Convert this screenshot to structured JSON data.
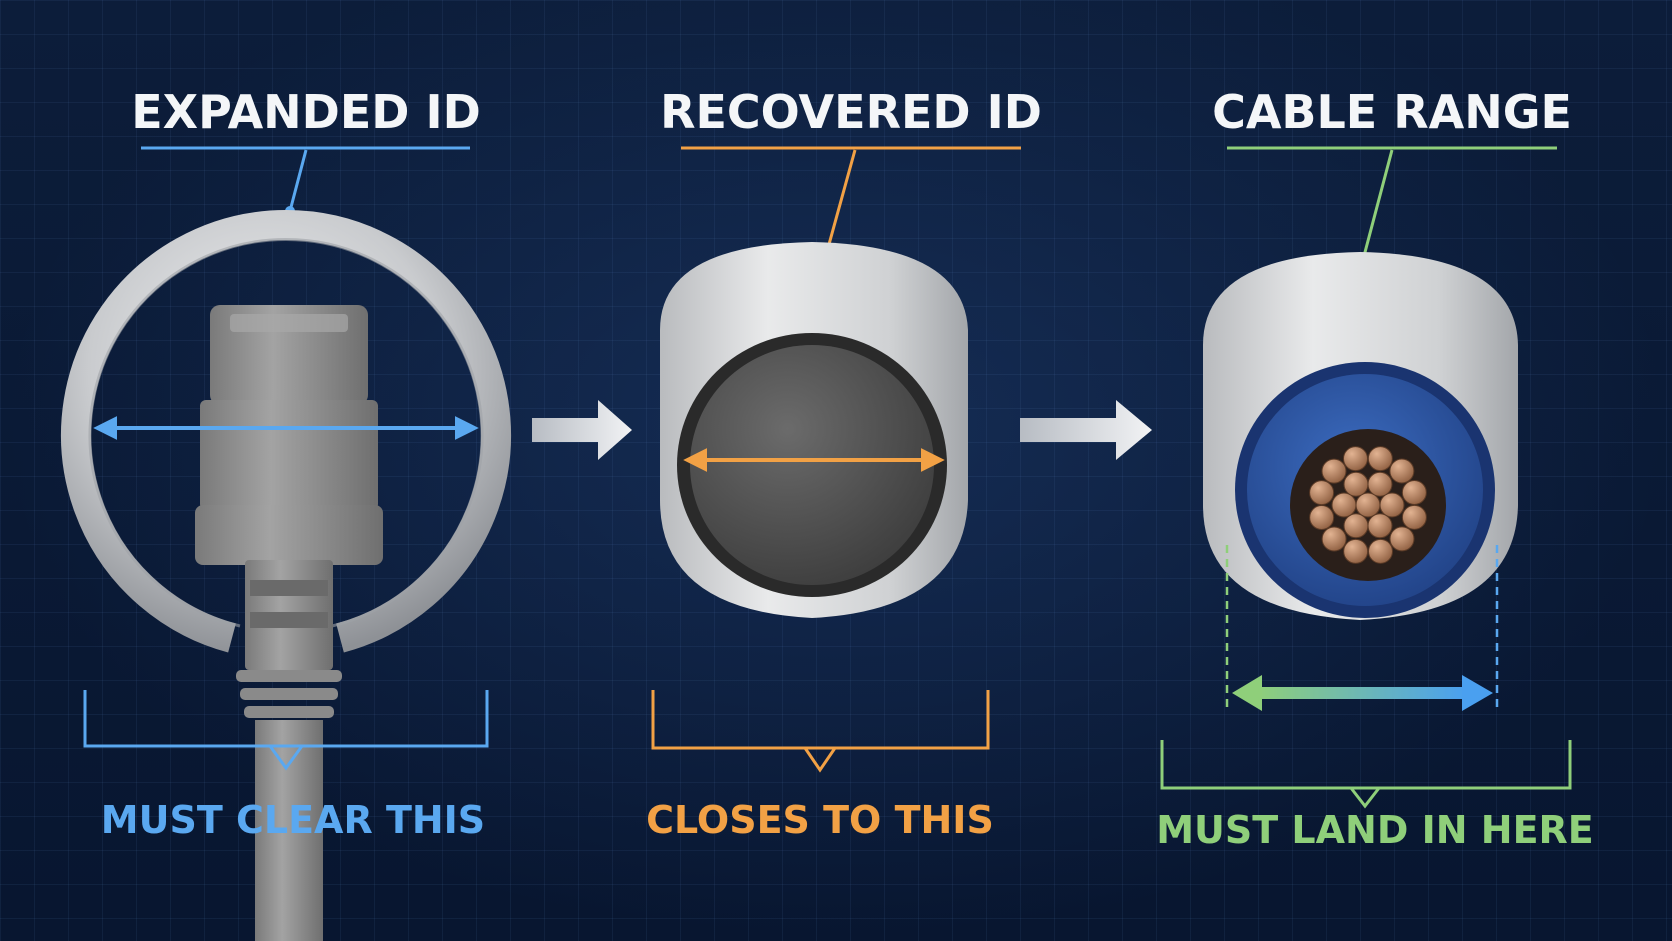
{
  "panels": {
    "expanded": {
      "title": "EXPANDED ID",
      "caption": "MUST CLEAR THIS",
      "color": "#5aa8f0"
    },
    "recovered": {
      "title": "RECOVERED ID",
      "caption": "CLOSES TO THIS",
      "color": "#f2a145"
    },
    "cable": {
      "title": "CABLE RANGE",
      "caption": "MUST LAND IN HERE",
      "color": "#8fcf7a"
    }
  },
  "colors": {
    "background": "#0b1a33",
    "sleeve": "#d6d8da",
    "plug": "#8c8c8c",
    "insulation": "#2f5aa8",
    "copper": "#b98463"
  },
  "icons": [
    "arrow-right-icon",
    "arrow-right-icon"
  ]
}
